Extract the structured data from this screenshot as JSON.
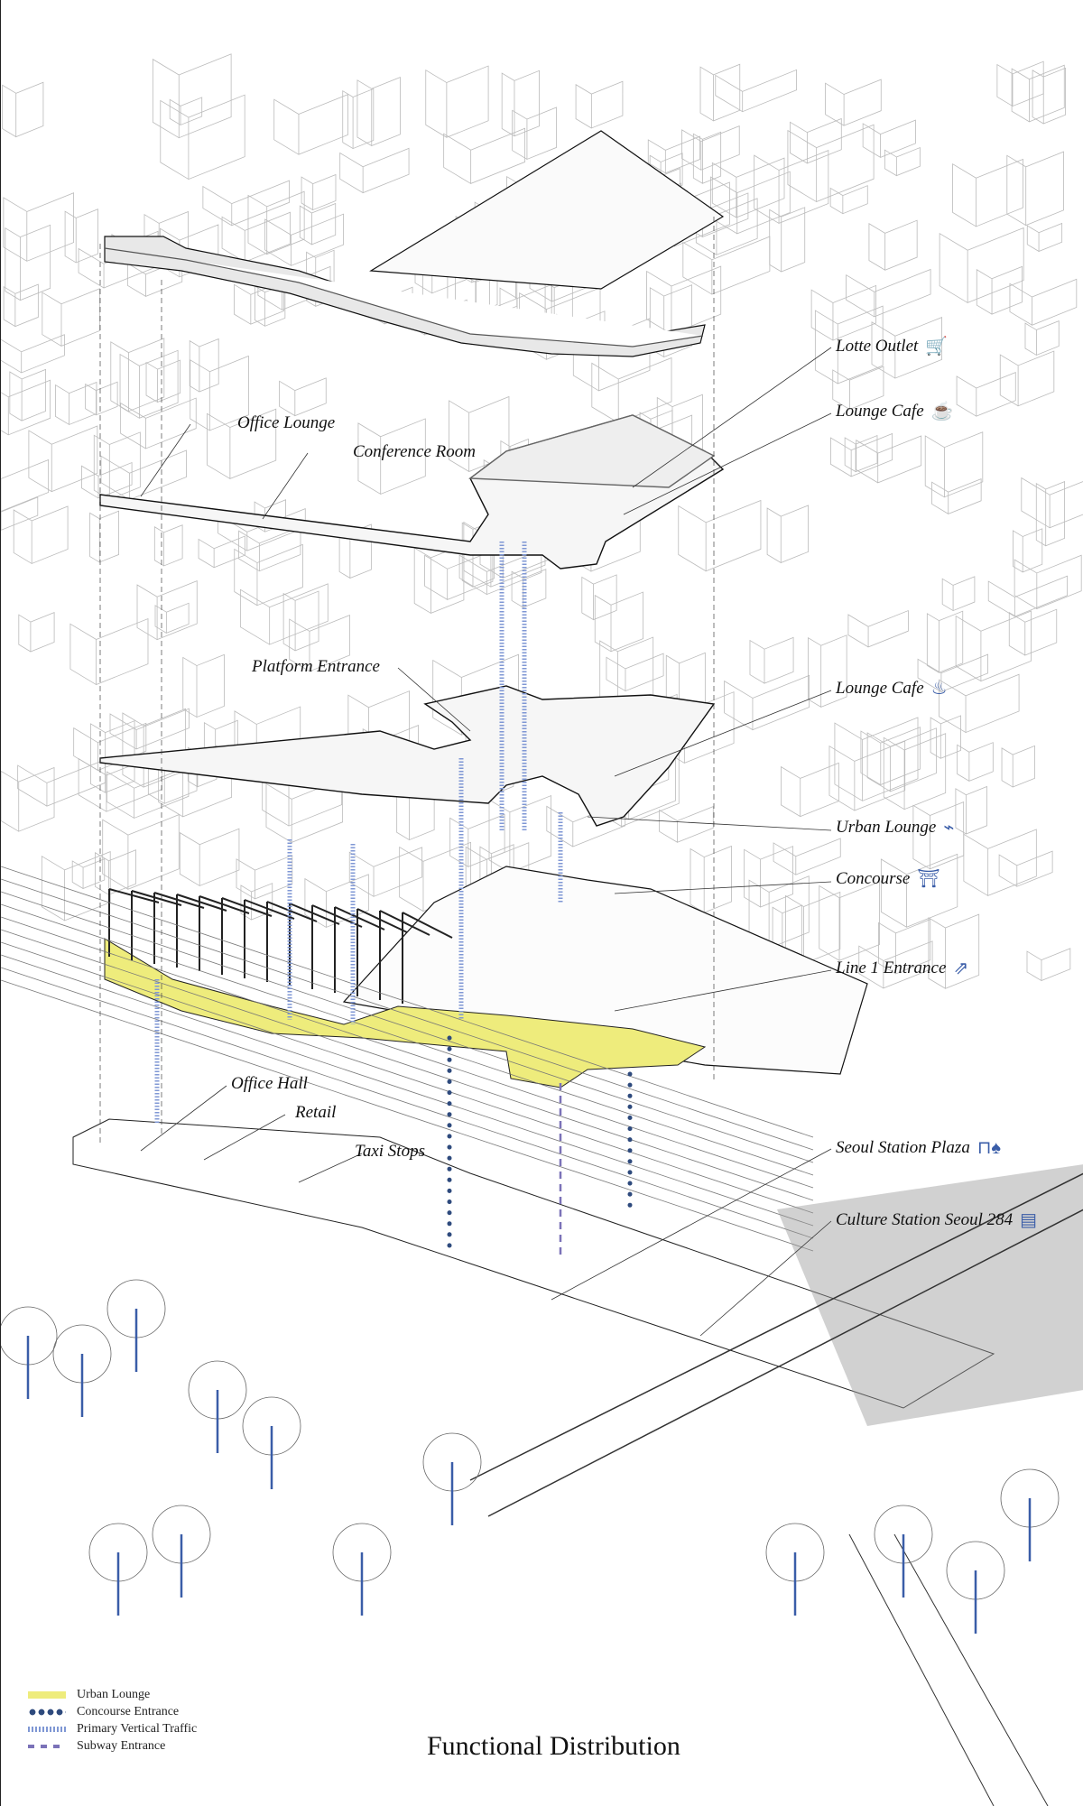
{
  "title": "Functional Distribution",
  "colors": {
    "urban_lounge": "#eeec7c",
    "concourse_entrance": "#2e4a7d",
    "vertical_traffic": "#7f97d4",
    "subway_entrance": "#7b72b8",
    "icon": "#3a5da8"
  },
  "right_labels": [
    {
      "text": "Lotte Outlet",
      "icon": "shopping-cart-icon",
      "glyph": "🛒"
    },
    {
      "text": "Lounge Cafe",
      "icon": "coffee-cup-icon",
      "glyph": "☕"
    },
    {
      "text": "Lounge Cafe",
      "icon": "coffee-pot-icon",
      "glyph": "♨"
    },
    {
      "text": "Urban Lounge",
      "icon": "lounge-chair-icon",
      "glyph": "⌁"
    },
    {
      "text": "Concourse",
      "icon": "person-gate-icon",
      "glyph": "⛩"
    },
    {
      "text": "Line 1 Entrance",
      "icon": "stairs-icon",
      "glyph": "⇗"
    },
    {
      "text": "Seoul Station Plaza",
      "icon": "bench-tree-icon",
      "glyph": "⊓♠"
    },
    {
      "text": "Culture Station Seoul 284",
      "icon": "building-icon",
      "glyph": "▤"
    }
  ],
  "left_labels": [
    {
      "text": "Office Lounge"
    },
    {
      "text": "Conference Room"
    },
    {
      "text": "Platform Entrance"
    },
    {
      "text": "Office Hall"
    },
    {
      "text": "Retail"
    },
    {
      "text": "Taxi Stops"
    }
  ],
  "legend": [
    {
      "label": "Urban Lounge"
    },
    {
      "label": "Concourse Entrance"
    },
    {
      "label": "Primary Vertical  Traffic"
    },
    {
      "label": "Subway Entrance"
    }
  ]
}
